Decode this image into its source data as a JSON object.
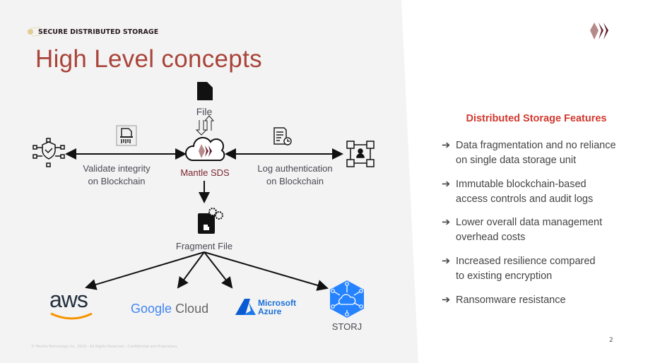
{
  "header": {
    "eyebrow": "SECURE DISTRIBUTED STORAGE",
    "title": "High Level concepts"
  },
  "diagram": {
    "file_label": "File",
    "center_label": "Mantle SDS",
    "left_label_1": "Validate integrity",
    "left_label_2": "on Blockchain",
    "right_label_1": "Log authentication",
    "right_label_2": "on Blockchain",
    "fragment_label": "Fragment File",
    "providers": {
      "aws": "aws",
      "google": "Google",
      "google_suffix": "Cloud",
      "azure_1": "Microsoft",
      "azure_2": "Azure",
      "storj": "STORJ"
    }
  },
  "features": {
    "heading": "Distributed Storage Features",
    "arrow": "➔",
    "items": [
      {
        "line1": "Data fragmentation and no reliance",
        "line2": "on single data storage unit"
      },
      {
        "line1": "Immutable blockchain-based",
        "line2": "access controls and audit logs"
      },
      {
        "line1": "Lower overall data management",
        "line2": "overhead costs"
      },
      {
        "line1": "Increased resilience compared",
        "line2": "to existing encryption"
      },
      {
        "line1": "Ransomware resistance",
        "line2": ""
      }
    ]
  },
  "footer": {
    "copyright": "© Mantle Technology Inc. 2019 - All Rights Reserved - Confidential and Proprietary",
    "page_number": "2"
  },
  "colors": {
    "accent": "#a9443a",
    "heading": "#d2392f",
    "brand_dark": "#5c1a2b",
    "storj": "#2683ff"
  }
}
